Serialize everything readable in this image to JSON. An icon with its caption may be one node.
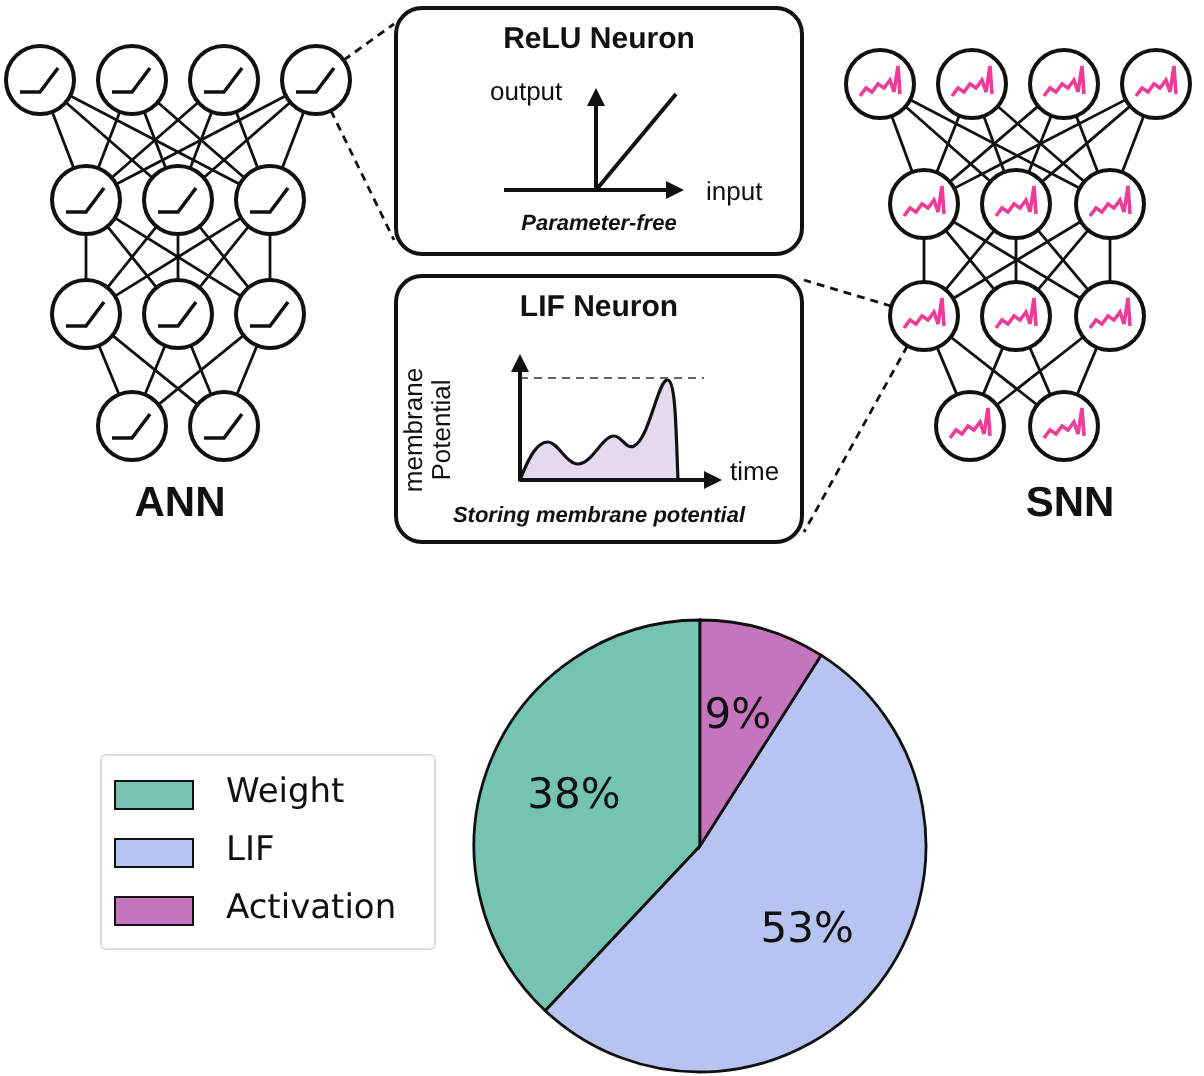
{
  "diagram": {
    "nodes": [
      {
        "text": [],
        "shape": "circle"
      },
      {
        "text": [],
        "shape": "circle"
      },
      {
        "text": [],
        "shape": "circle"
      },
      {
        "text": [],
        "shape": "circle"
      },
      {
        "text": [],
        "shape": "circle"
      },
      {
        "text": [],
        "shape": "circle"
      },
      {
        "text": [],
        "shape": "circle"
      },
      {
        "text": [],
        "shape": "circle"
      },
      {
        "text": [],
        "shape": "circle"
      },
      {
        "text": [],
        "shape": "circle"
      },
      {
        "text": [],
        "shape": "circle"
      },
      {
        "text": [],
        "shape": "circle"
      },
      {
        "text": [
          "ReLU Neuron",
          "output",
          "input",
          "Parameter-free"
        ]
      },
      {
        "text": [
          "LIF Neuron",
          "membrane Potential",
          "time",
          "Storing membrane potential"
        ]
      },
      {
        "text": [],
        "shape": "circle"
      },
      {
        "text": [],
        "shape": "circle"
      },
      {
        "text": [],
        "shape": "circle"
      },
      {
        "text": [],
        "shape": "circle"
      },
      {
        "text": [],
        "shape": "circle"
      },
      {
        "text": [],
        "shape": "circle"
      },
      {
        "text": [],
        "shape": "circle"
      },
      {
        "text": [],
        "shape": "circle"
      },
      {
        "text": [],
        "shape": "circle"
      },
      {
        "text": [],
        "shape": "circle"
      },
      {
        "text": [],
        "shape": "circle"
      },
      {
        "text": [],
        "shape": "circle"
      }
    ],
    "edges": [
      {
        "from": 0,
        "to": 4,
        "arrow": "none"
      },
      {
        "from": 0,
        "to": 5,
        "arrow": "none"
      },
      {
        "from": 0,
        "to": 6,
        "arrow": "none"
      },
      {
        "from": 1,
        "to": 4,
        "arrow": "none"
      },
      {
        "from": 1,
        "to": 5,
        "arrow": "none"
      },
      {
        "from": 1,
        "to": 6,
        "arrow": "none"
      },
      {
        "from": 2,
        "to": 4,
        "arrow": "none"
      },
      {
        "from": 2,
        "to": 5,
        "arrow": "none"
      },
      {
        "from": 2,
        "to": 6,
        "arrow": "none"
      },
      {
        "from": 3,
        "to": 4,
        "arrow": "none"
      },
      {
        "from": 3,
        "to": 5,
        "arrow": "none"
      },
      {
        "from": 3,
        "to": 6,
        "arrow": "none"
      },
      {
        "from": 4,
        "to": 7,
        "arrow": "none"
      },
      {
        "from": 4,
        "to": 8,
        "arrow": "none"
      },
      {
        "from": 4,
        "to": 9,
        "arrow": "none"
      },
      {
        "from": 5,
        "to": 7,
        "arrow": "none"
      },
      {
        "from": 5,
        "to": 8,
        "arrow": "none"
      },
      {
        "from": 5,
        "to": 9,
        "arrow": "none"
      },
      {
        "from": 6,
        "to": 7,
        "arrow": "none"
      },
      {
        "from": 6,
        "to": 8,
        "arrow": "none"
      },
      {
        "from": 6,
        "to": 9,
        "arrow": "none"
      },
      {
        "from": 7,
        "to": 10,
        "arrow": "none"
      },
      {
        "from": 7,
        "to": 11,
        "arrow": "none"
      },
      {
        "from": 8,
        "to": 10,
        "arrow": "none"
      },
      {
        "from": 8,
        "to": 11,
        "arrow": "none"
      },
      {
        "from": 9,
        "to": 10,
        "arrow": "none"
      },
      {
        "from": 9,
        "to": 11,
        "arrow": "none"
      },
      {
        "from": 14,
        "to": 18,
        "arrow": "none"
      },
      {
        "from": 14,
        "to": 19,
        "arrow": "none"
      },
      {
        "from": 14,
        "to": 20,
        "arrow": "none"
      },
      {
        "from": 15,
        "to": 18,
        "arrow": "none"
      },
      {
        "from": 15,
        "to": 19,
        "arrow": "none"
      },
      {
        "from": 15,
        "to": 20,
        "arrow": "none"
      },
      {
        "from": 16,
        "to": 18,
        "arrow": "none"
      },
      {
        "from": 16,
        "to": 19,
        "arrow": "none"
      },
      {
        "from": 16,
        "to": 20,
        "arrow": "none"
      },
      {
        "from": 17,
        "to": 18,
        "arrow": "none"
      },
      {
        "from": 17,
        "to": 19,
        "arrow": "none"
      },
      {
        "from": 17,
        "to": 20,
        "arrow": "none"
      },
      {
        "from": 18,
        "to": 21,
        "arrow": "none"
      },
      {
        "from": 18,
        "to": 22,
        "arrow": "none"
      },
      {
        "from": 18,
        "to": 23,
        "arrow": "none"
      },
      {
        "from": 19,
        "to": 21,
        "arrow": "none"
      },
      {
        "from": 19,
        "to": 22,
        "arrow": "none"
      },
      {
        "from": 19,
        "to": 23,
        "arrow": "none"
      },
      {
        "from": 20,
        "to": 21,
        "arrow": "none"
      },
      {
        "from": 20,
        "to": 22,
        "arrow": "none"
      },
      {
        "from": 20,
        "to": 23,
        "arrow": "none"
      },
      {
        "from": 21,
        "to": 24,
        "arrow": "none"
      },
      {
        "from": 21,
        "to": 25,
        "arrow": "none"
      },
      {
        "from": 22,
        "to": 24,
        "arrow": "none"
      },
      {
        "from": 22,
        "to": 25,
        "arrow": "none"
      },
      {
        "from": 23,
        "to": 24,
        "arrow": "none"
      },
      {
        "from": 23,
        "to": 25,
        "arrow": "none"
      },
      {
        "from": 3,
        "to": 12,
        "arrow": "none",
        "style": "dashed"
      },
      {
        "from": 3,
        "to": 12,
        "arrow": "none",
        "style": "dashed"
      },
      {
        "from": 21,
        "to": 13,
        "arrow": "none",
        "style": "dashed"
      },
      {
        "from": 21,
        "to": 13,
        "arrow": "none",
        "style": "dashed"
      }
    ],
    "labels": [
      "ANN",
      "SNN"
    ],
    "legend": [
      {
        "text": "Weight",
        "color": "#74c4b1"
      },
      {
        "text": "LIF",
        "color": "#b7c3f1"
      },
      {
        "text": "Activation",
        "color": "#c574be"
      }
    ],
    "chart_data": {
      "type": "pie",
      "values": [
        38,
        53,
        9
      ],
      "value_labels": [
        "38%",
        "53%",
        "9%"
      ]
    }
  }
}
